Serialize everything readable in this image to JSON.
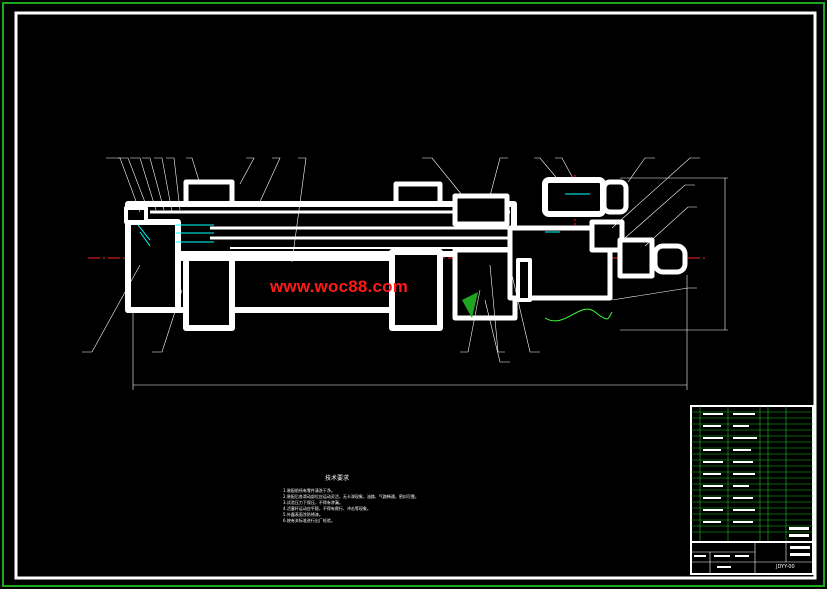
{
  "watermark": {
    "text": "www.woc88.com",
    "color": "#ff1a1a"
  },
  "technical_requirements": {
    "title": "技术要求",
    "lines": [
      "1.装配前所有零件清洗干净。",
      "2.装配后各滑动部位应运动灵活，无卡滞现象，油路、气路畅通，密封可靠。",
      "3.试验压力下保压，不得有渗漏。",
      "4.活塞杆运动应平稳，不得有爬行、冲击等现象。",
      "5.外露表面涂防锈漆。",
      "6.按有关标准进行出厂检验。"
    ]
  },
  "title_block": {
    "drawing_number": "JDYY-00"
  },
  "colors": {
    "background": "#000000",
    "outline": "#ffffff",
    "frame_outer": "#1fa51f",
    "centerline": "#ff2020",
    "hatch": "#00ffff",
    "bom_grid": "#19c419",
    "leader": "#ffffff"
  }
}
